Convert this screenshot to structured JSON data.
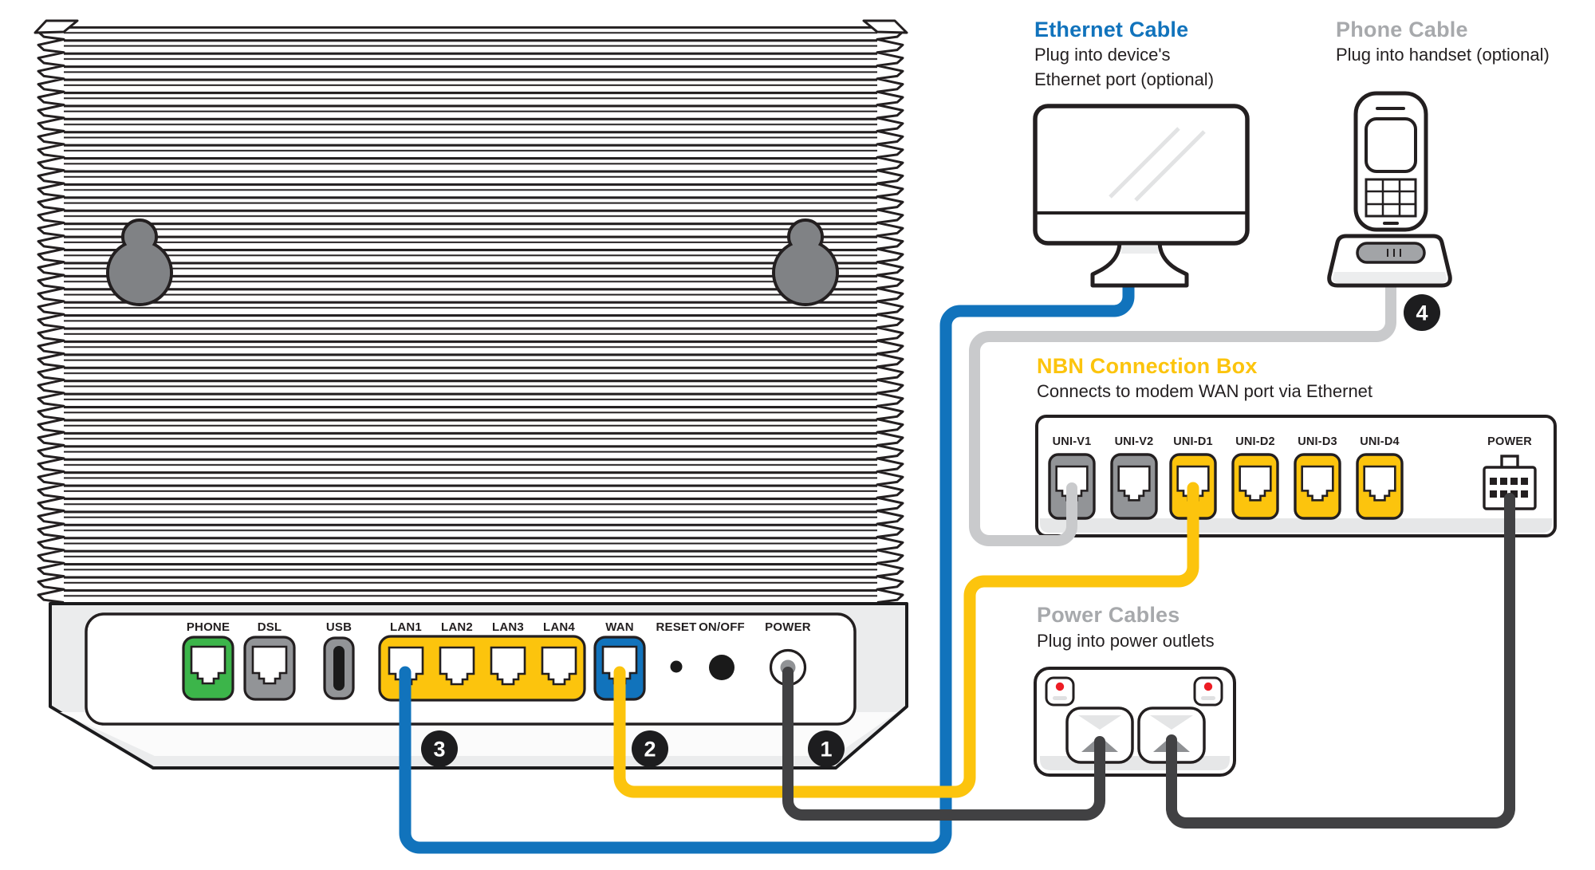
{
  "colors": {
    "blue": "#1173BC",
    "yellow": "#FCC40D",
    "green": "#3CB54A",
    "port_gray": "#929497",
    "gray_cable": "#C9CACC",
    "dark_cable": "#414143",
    "heading_gray": "#A7A9AC",
    "outline": "#231F20",
    "red_dot": "#ED1C24"
  },
  "annotations": {
    "ethernet": {
      "title": "Ethernet Cable",
      "line1": "Plug into device's",
      "line2": "Ethernet port (optional)"
    },
    "phone": {
      "title": "Phone Cable",
      "line1": "Plug into handset (optional)"
    },
    "nbn": {
      "title": "NBN Connection Box",
      "line1": "Connects to modem WAN port via Ethernet"
    },
    "power": {
      "title": "Power Cables",
      "line1": "Plug into power outlets"
    }
  },
  "modem_ports": {
    "phone": "PHONE",
    "dsl": "DSL",
    "usb": "USB",
    "lan1": "LAN1",
    "lan2": "LAN2",
    "lan3": "LAN3",
    "lan4": "LAN4",
    "wan": "WAN",
    "reset": "RESET",
    "onoff": "ON/OFF",
    "power": "POWER"
  },
  "nbn_ports": {
    "univ1": "UNI-V1",
    "univ2": "UNI-V2",
    "unid1": "UNI-D1",
    "unid2": "UNI-D2",
    "unid3": "UNI-D3",
    "unid4": "UNI-D4",
    "power": "POWER"
  },
  "steps": {
    "s1": "1",
    "s2": "2",
    "s3": "3",
    "s4": "4"
  }
}
